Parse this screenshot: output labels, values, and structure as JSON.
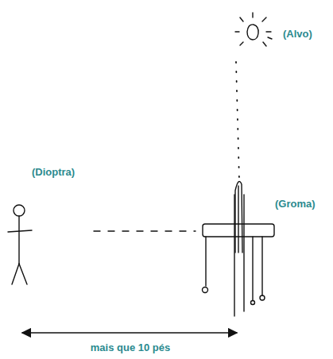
{
  "diagram": {
    "labels": [
      "(Alvo)",
      "(Dioptra)",
      "(Groma)",
      "mais que 10 pés"
    ]
  }
}
